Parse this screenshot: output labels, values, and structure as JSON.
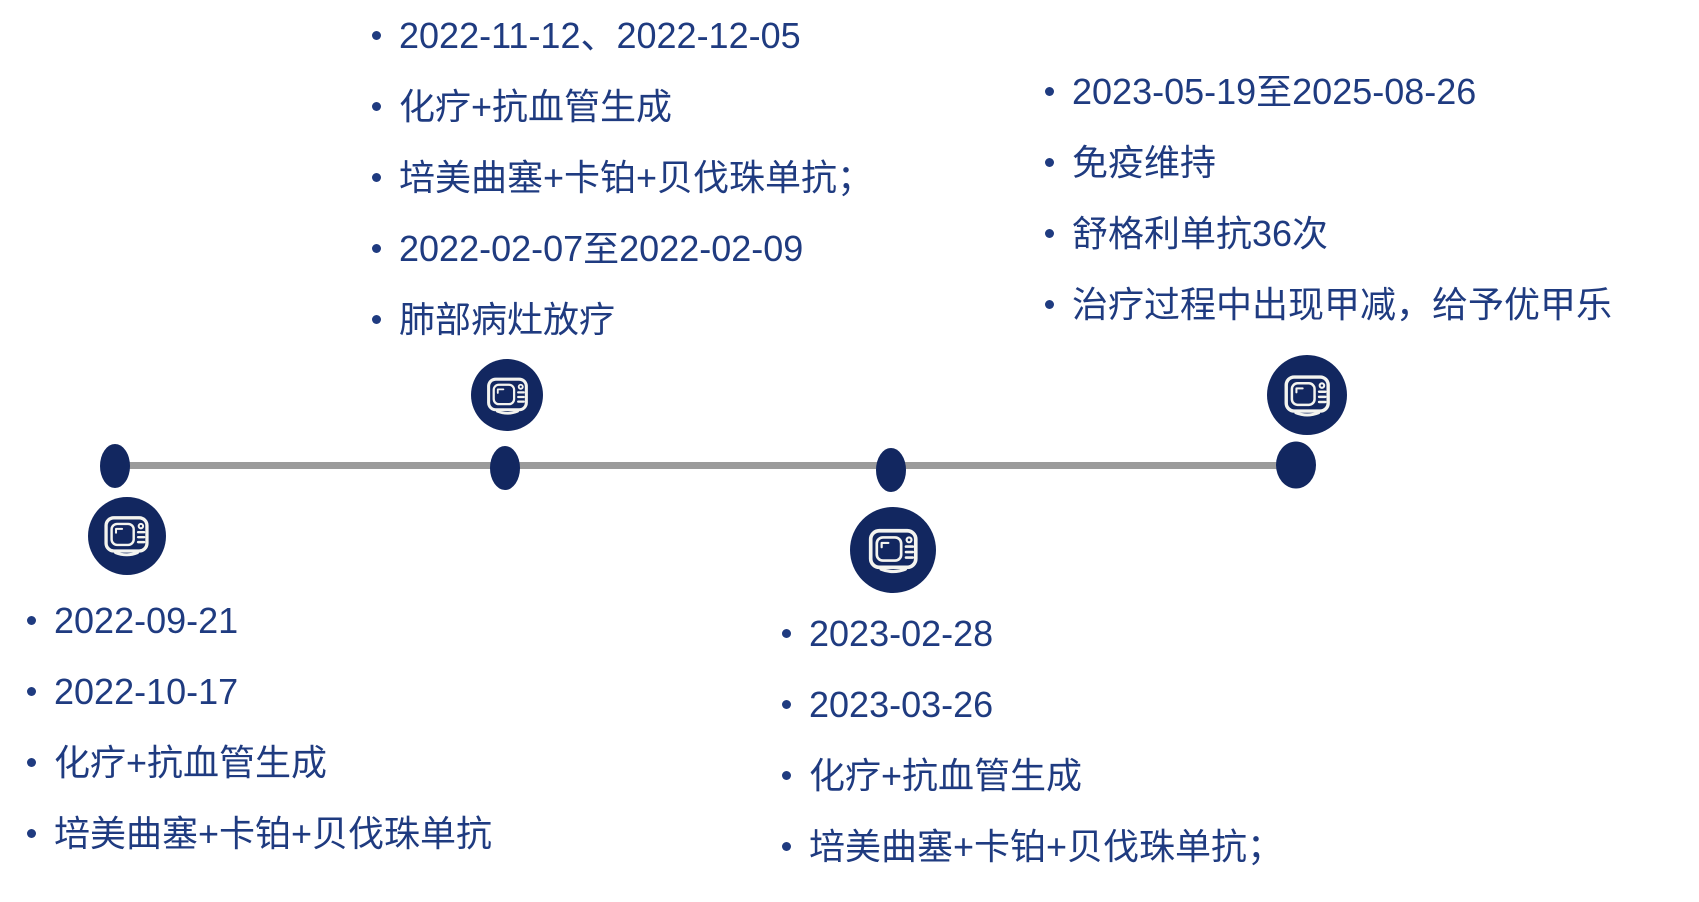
{
  "colors": {
    "node_navy": "#122760",
    "text_blue": "#1f3b80",
    "axis_gray": "#9b9b9b",
    "icon_stroke_white": "#f4f4ef",
    "background": "#ffffff"
  },
  "timeline": {
    "axis": {
      "orientation": "horizontal",
      "color": "#9b9b9b"
    },
    "node_icon": "tv-icon",
    "nodes": [
      {
        "id": "node-1",
        "label_side": "below",
        "bullets": [
          "2022-09-21",
          "2022-10-17",
          "化疗+抗血管生成",
          "培美曲塞+卡铂+贝伐珠单抗"
        ]
      },
      {
        "id": "node-2",
        "label_side": "above",
        "bullets": [
          "2022-11-12、2022-12-05",
          "化疗+抗血管生成",
          "培美曲塞+卡铂+贝伐珠单抗；",
          "2022-02-07至2022-02-09",
          "肺部病灶放疗"
        ]
      },
      {
        "id": "node-3",
        "label_side": "below",
        "bullets": [
          "2023-02-28",
          "2023-03-26",
          "化疗+抗血管生成",
          "培美曲塞+卡铂+贝伐珠单抗；"
        ]
      },
      {
        "id": "node-4",
        "label_side": "above",
        "bullets": [
          "2023-05-19至2025-08-26",
          "免疫维持",
          "舒格利单抗36次",
          "治疗过程中出现甲减，给予优甲乐"
        ]
      }
    ]
  }
}
